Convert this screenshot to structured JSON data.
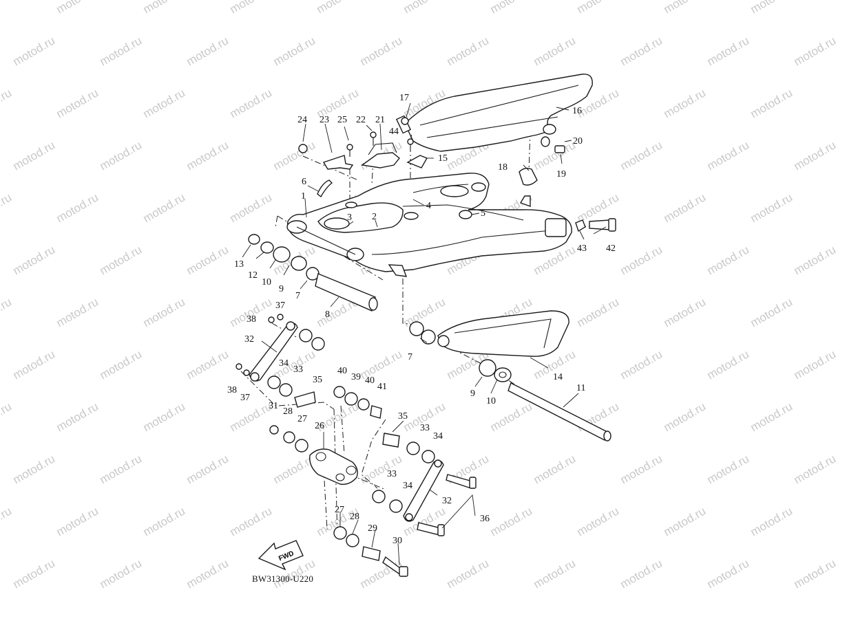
{
  "watermark": {
    "text": "motod.ru"
  },
  "diagram_code": "BW31300-U220",
  "fwd_label": "FWD",
  "parts": [
    {
      "id": "p1",
      "label": "1"
    },
    {
      "id": "p2",
      "label": "2"
    },
    {
      "id": "p3",
      "label": "3"
    },
    {
      "id": "p4",
      "label": "4"
    },
    {
      "id": "p5",
      "label": "5"
    },
    {
      "id": "p6",
      "label": "6"
    },
    {
      "id": "p7a",
      "label": "7"
    },
    {
      "id": "p7b",
      "label": "7"
    },
    {
      "id": "p8",
      "label": "8"
    },
    {
      "id": "p9a",
      "label": "9"
    },
    {
      "id": "p9b",
      "label": "9"
    },
    {
      "id": "p10a",
      "label": "10"
    },
    {
      "id": "p10b",
      "label": "10"
    },
    {
      "id": "p11",
      "label": "11"
    },
    {
      "id": "p12",
      "label": "12"
    },
    {
      "id": "p13",
      "label": "13"
    },
    {
      "id": "p14",
      "label": "14"
    },
    {
      "id": "p15",
      "label": "15"
    },
    {
      "id": "p16",
      "label": "16"
    },
    {
      "id": "p17",
      "label": "17"
    },
    {
      "id": "p18",
      "label": "18"
    },
    {
      "id": "p19",
      "label": "19"
    },
    {
      "id": "p20",
      "label": "20"
    },
    {
      "id": "p21",
      "label": "21"
    },
    {
      "id": "p22",
      "label": "22"
    },
    {
      "id": "p23",
      "label": "23"
    },
    {
      "id": "p24",
      "label": "24"
    },
    {
      "id": "p25",
      "label": "25"
    },
    {
      "id": "p26",
      "label": "26"
    },
    {
      "id": "p27a",
      "label": "27"
    },
    {
      "id": "p27b",
      "label": "27"
    },
    {
      "id": "p28a",
      "label": "28"
    },
    {
      "id": "p28b",
      "label": "28"
    },
    {
      "id": "p29",
      "label": "29"
    },
    {
      "id": "p30",
      "label": "30"
    },
    {
      "id": "p31",
      "label": "31"
    },
    {
      "id": "p32a",
      "label": "32"
    },
    {
      "id": "p32b",
      "label": "32"
    },
    {
      "id": "p33a",
      "label": "33"
    },
    {
      "id": "p33b",
      "label": "33"
    },
    {
      "id": "p33c",
      "label": "33"
    },
    {
      "id": "p34a",
      "label": "34"
    },
    {
      "id": "p34b",
      "label": "34"
    },
    {
      "id": "p34c",
      "label": "34"
    },
    {
      "id": "p35a",
      "label": "35"
    },
    {
      "id": "p35b",
      "label": "35"
    },
    {
      "id": "p36",
      "label": "36"
    },
    {
      "id": "p37a",
      "label": "37"
    },
    {
      "id": "p37b",
      "label": "37"
    },
    {
      "id": "p38a",
      "label": "38"
    },
    {
      "id": "p38b",
      "label": "38"
    },
    {
      "id": "p39",
      "label": "39"
    },
    {
      "id": "p40a",
      "label": "40"
    },
    {
      "id": "p40b",
      "label": "40"
    },
    {
      "id": "p41",
      "label": "41"
    },
    {
      "id": "p42",
      "label": "42"
    },
    {
      "id": "p43",
      "label": "43"
    },
    {
      "id": "p44",
      "label": "44"
    }
  ]
}
